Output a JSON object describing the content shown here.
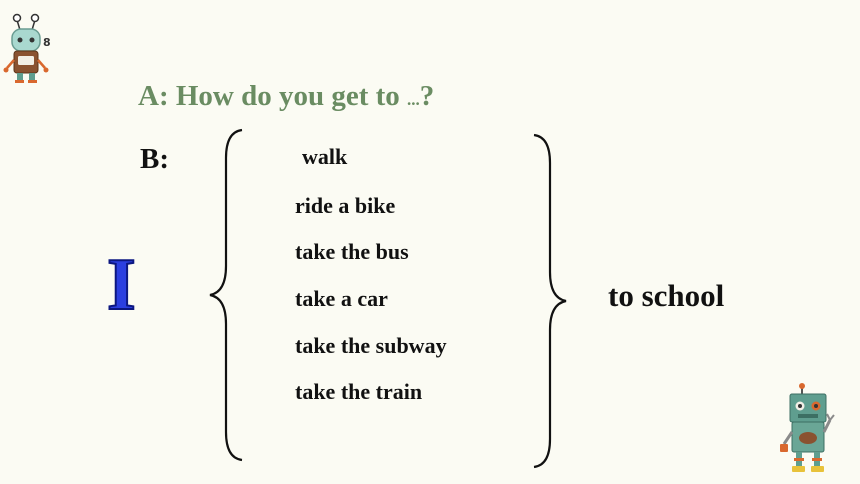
{
  "question": {
    "prefix": "A: How do you get to ",
    "ellipsis": "...",
    "suffix": "?"
  },
  "answer_label": "B:",
  "pronoun": "I",
  "options": [
    "walk",
    "ride a bike",
    "take the bus",
    "take a car",
    "take the subway",
    "take the train"
  ],
  "destination": "to school",
  "colors": {
    "question": "#6a8c62",
    "pronoun": "#2b3fe0",
    "robot_body": "#5f9e8f",
    "robot_accent": "#d9682e"
  },
  "icons": {
    "top_left": "robot-icon",
    "bottom_right": "robot-icon"
  }
}
